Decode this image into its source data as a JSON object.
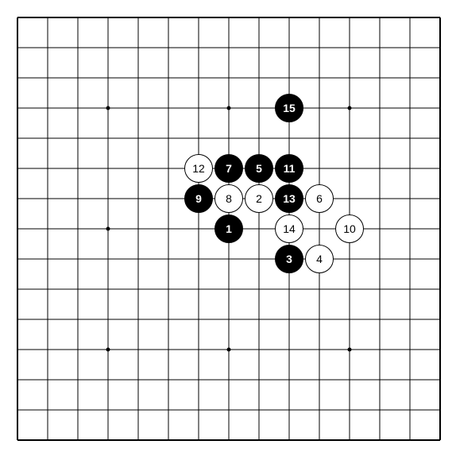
{
  "board": {
    "size": 15,
    "star_points": [
      [
        3,
        3
      ],
      [
        7,
        3
      ],
      [
        11,
        3
      ],
      [
        3,
        7
      ],
      [
        7,
        7
      ],
      [
        11,
        7
      ],
      [
        3,
        11
      ],
      [
        7,
        11
      ],
      [
        11,
        11
      ]
    ],
    "colors": {
      "background": "#ffffff",
      "line": "#000000",
      "black_stone": "#000000",
      "white_stone": "#ffffff",
      "black_text": "#ffffff",
      "white_text": "#000000"
    }
  },
  "moves": [
    {
      "n": "1",
      "color": "black",
      "col": 7,
      "row": 7
    },
    {
      "n": "2",
      "color": "white",
      "col": 8,
      "row": 6
    },
    {
      "n": "3",
      "color": "black",
      "col": 9,
      "row": 8
    },
    {
      "n": "4",
      "color": "white",
      "col": 10,
      "row": 8
    },
    {
      "n": "5",
      "color": "black",
      "col": 8,
      "row": 5
    },
    {
      "n": "6",
      "color": "white",
      "col": 10,
      "row": 6
    },
    {
      "n": "7",
      "color": "black",
      "col": 7,
      "row": 5
    },
    {
      "n": "8",
      "color": "white",
      "col": 7,
      "row": 6
    },
    {
      "n": "9",
      "color": "black",
      "col": 6,
      "row": 6
    },
    {
      "n": "10",
      "color": "white",
      "col": 11,
      "row": 7
    },
    {
      "n": "11",
      "color": "black",
      "col": 9,
      "row": 5
    },
    {
      "n": "12",
      "color": "white",
      "col": 6,
      "row": 5
    },
    {
      "n": "13",
      "color": "black",
      "col": 9,
      "row": 6
    },
    {
      "n": "14",
      "color": "white",
      "col": 9,
      "row": 7
    },
    {
      "n": "15",
      "color": "black",
      "col": 9,
      "row": 3
    }
  ]
}
